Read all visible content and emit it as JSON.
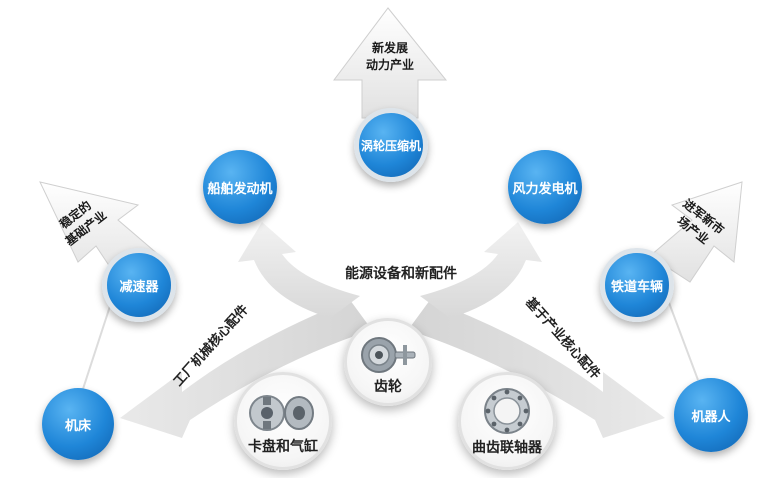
{
  "center_label": "能源设备和新配件",
  "arrow_left_label": "工厂机械核心配件",
  "arrow_right_label": "基于产业核心配件",
  "flags": {
    "top": [
      "新发展",
      "动力产业"
    ],
    "left": [
      "稳定的",
      "基础产业"
    ],
    "right": [
      "进军新市",
      "场产业"
    ]
  },
  "nodes": {
    "turbo_compressor": "涡轮压缩机",
    "ship_engine": "船舶发动机",
    "wind_power": "风力发电机",
    "reducer": "减速器",
    "railway_vehicle": "铁道车辆",
    "machine_tool": "机床",
    "robot": "机器人"
  },
  "parts": {
    "gear": "齿轮",
    "chuck_cylinder": "卡盘和气缸",
    "gear_coupling": "曲齿联轴器"
  },
  "colors": {
    "node_blue": "#1f86d8",
    "arrow_gray": "#dedede",
    "flag_gray": "#d9d9d9"
  }
}
